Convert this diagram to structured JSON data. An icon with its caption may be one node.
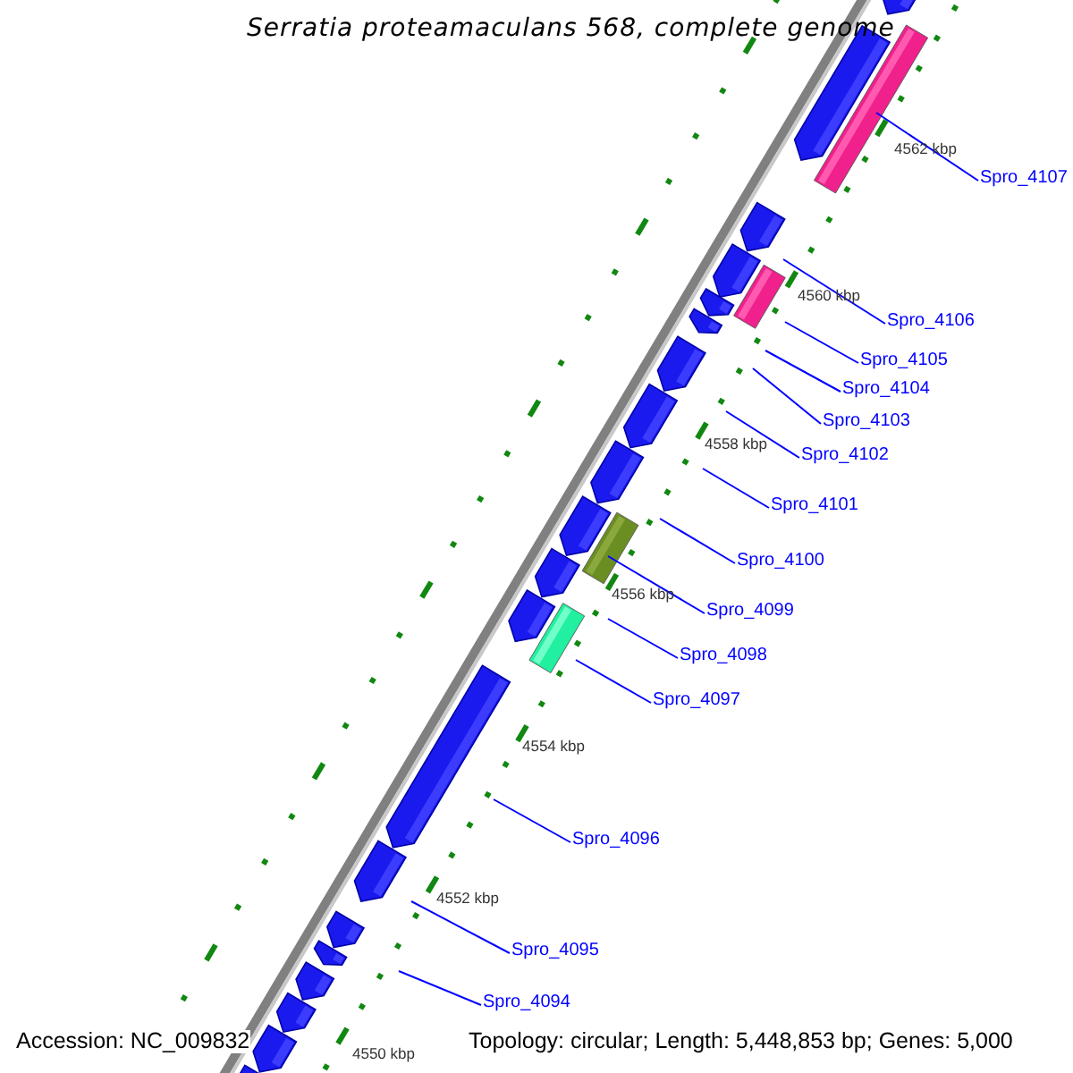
{
  "diagram": {
    "title": "Serratia proteamaculans 568, complete genome",
    "nodes": [
      {
        "text": [
          "Spro_4107"
        ]
      },
      {
        "text": [
          "Spro_4106"
        ]
      },
      {
        "text": [
          "Spro_4105"
        ]
      },
      {
        "text": [
          "Spro_4104"
        ]
      },
      {
        "text": [
          "Spro_4103"
        ]
      },
      {
        "text": [
          "Spro_4102"
        ]
      },
      {
        "text": [
          "Spro_4101"
        ]
      },
      {
        "text": [
          "Spro_4100"
        ]
      },
      {
        "text": [
          "Spro_4099"
        ]
      },
      {
        "text": [
          "Spro_4098"
        ]
      },
      {
        "text": [
          "Spro_4097"
        ]
      },
      {
        "text": [
          "Spro_4096"
        ]
      },
      {
        "text": [
          "Spro_4095"
        ]
      },
      {
        "text": [
          "Spro_4094"
        ]
      }
    ],
    "edges": [
      {
        "from": 0,
        "to": null,
        "arrow": "none"
      },
      {
        "from": 1,
        "to": null,
        "arrow": "none"
      },
      {
        "from": 2,
        "to": null,
        "arrow": "none"
      },
      {
        "from": 3,
        "to": null,
        "arrow": "none"
      },
      {
        "from": 4,
        "to": null,
        "arrow": "none"
      },
      {
        "from": 5,
        "to": null,
        "arrow": "none"
      },
      {
        "from": 6,
        "to": null,
        "arrow": "none"
      },
      {
        "from": 7,
        "to": null,
        "arrow": "none"
      },
      {
        "from": 8,
        "to": null,
        "arrow": "none"
      },
      {
        "from": 9,
        "to": null,
        "arrow": "none"
      },
      {
        "from": 10,
        "to": null,
        "arrow": "none"
      },
      {
        "from": 11,
        "to": null,
        "arrow": "none"
      },
      {
        "from": 12,
        "to": null,
        "arrow": "none"
      },
      {
        "from": 13,
        "to": null,
        "arrow": "none"
      }
    ],
    "labels": [
      "4562 kbp",
      "4560 kbp",
      "4558 kbp",
      "4556 kbp",
      "4554 kbp",
      "4552 kbp",
      "4550 kbp",
      "Accession: NC_009832",
      "Topology: circular; Length: 5,448,853 bp; Genes: 5,000"
    ]
  }
}
